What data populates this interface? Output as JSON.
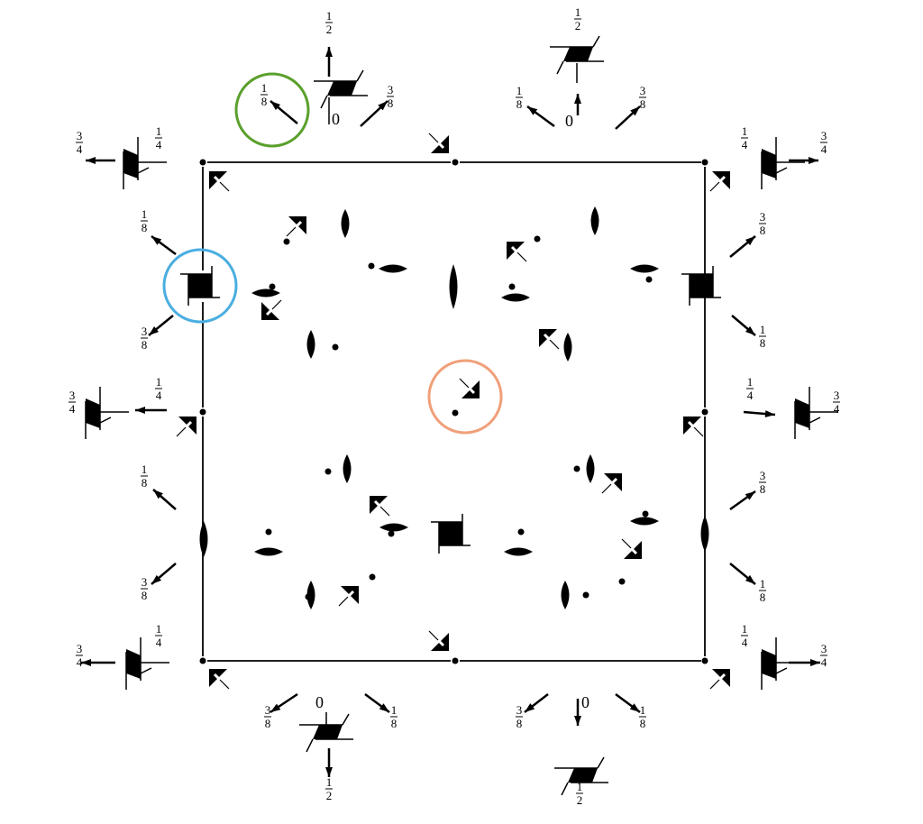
{
  "diagram": {
    "labels": [
      "1/2",
      "1/8",
      "0",
      "3/8",
      "1/2",
      "1/8",
      "0",
      "3/8",
      "3/4",
      "1/4",
      "1/4",
      "3/4",
      "1/8",
      "3/8",
      "3/8",
      "1/8",
      "3/4",
      "1/4",
      "1/4",
      "3/4",
      "1/8",
      "3/8",
      "3/8",
      "1/8",
      "3/4",
      "1/4",
      "1/4",
      "3/4",
      "0",
      "3/8",
      "1/8",
      "1/2",
      "0",
      "3/8",
      "1/8",
      "1/2"
    ],
    "highlight_colors": {
      "green": "#5aa02c",
      "blue": "#4aaee0",
      "orange": "#f0a07a"
    }
  }
}
